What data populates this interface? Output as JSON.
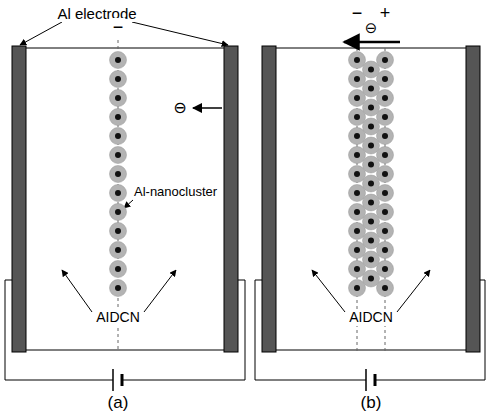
{
  "diagram": {
    "labels": [
      "Al electrode",
      "−",
      "⊖",
      "Al-nanocluster",
      "AIDCN",
      "(a)",
      "−",
      "+",
      "⊖",
      "AIDCN",
      "(b)"
    ]
  }
}
